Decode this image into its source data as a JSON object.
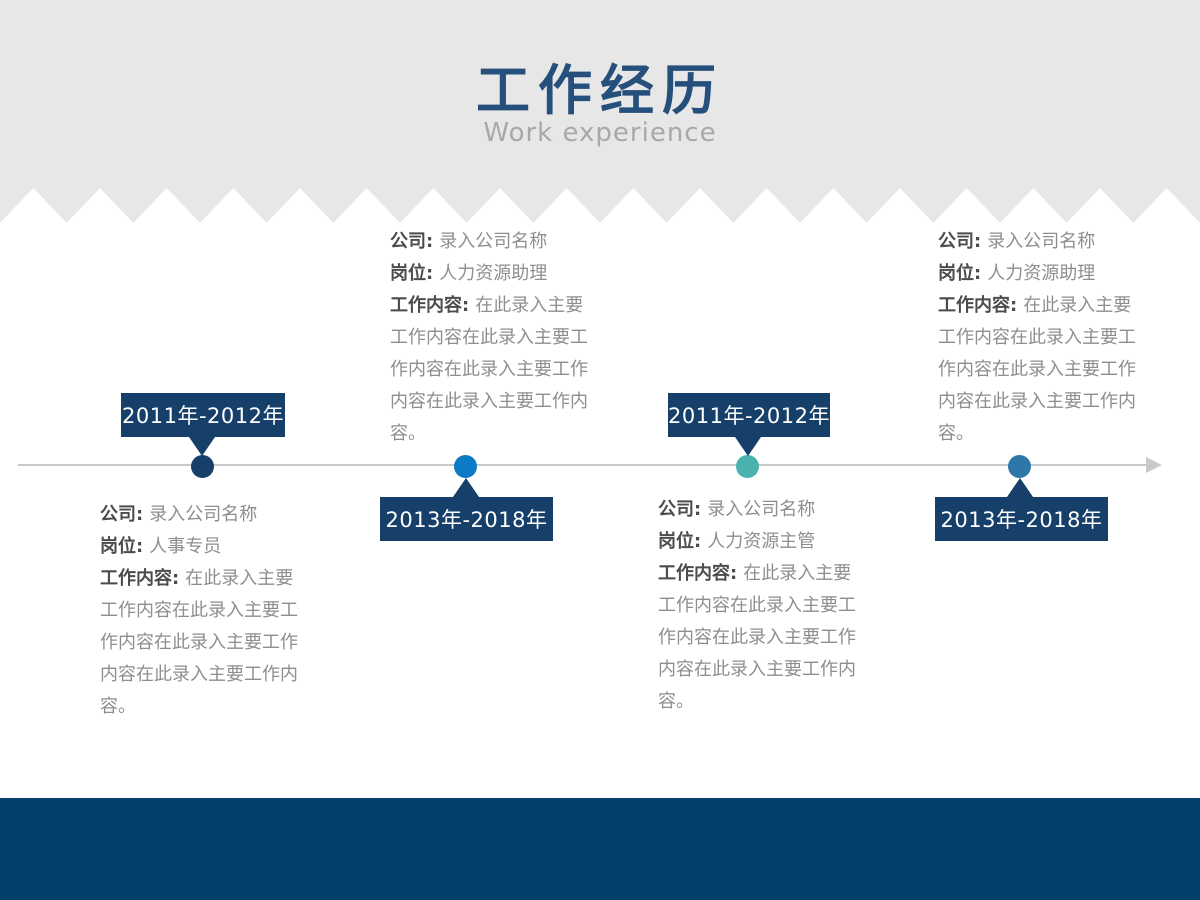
{
  "header": {
    "title": "工作经历",
    "subtitle": "Work experience"
  },
  "labels": {
    "company": "公司:",
    "position": "岗位:",
    "duties": "工作内容:"
  },
  "colors": {
    "header_bg": "#e7e7e7",
    "footer_bg": "#03406b",
    "badge_bg": "#16406a",
    "title": "#26507c",
    "subtitle": "#a8a8a8",
    "timeline_line": "#c9c9c9",
    "dots": [
      "#16406a",
      "#0d7ac5",
      "#49b2ad",
      "#2d77a9"
    ]
  },
  "timeline": {
    "entries": [
      {
        "period": "2011年-2012年",
        "company": "录入公司名称",
        "position": "人事专员",
        "duties": "在此录入主要工作内容在此录入主要工作内容在此录入主要工作内容在此录入主要工作内容。"
      },
      {
        "period": "2013年-2018年",
        "company": "录入公司名称",
        "position": "人力资源助理",
        "duties": "在此录入主要工作内容在此录入主要工作内容在此录入主要工作内容在此录入主要工作内容。"
      },
      {
        "period": "2011年-2012年",
        "company": "录入公司名称",
        "position": "人力资源主管",
        "duties": "在此录入主要工作内容在此录入主要工作内容在此录入主要工作内容在此录入主要工作内容。"
      },
      {
        "period": "2013年-2018年",
        "company": "录入公司名称",
        "position": "人力资源助理",
        "duties": "在此录入主要工作内容在此录入主要工作内容在此录入主要工作内容在此录入主要工作内容。"
      }
    ]
  }
}
